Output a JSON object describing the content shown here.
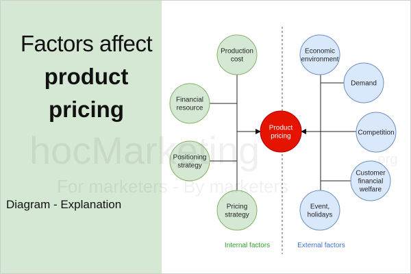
{
  "heading": {
    "line1": "Factors affect",
    "line2": "product",
    "line3": "pricing",
    "subtitle": "Diagram - Explanation"
  },
  "watermark": {
    "brand": "hocMarketing",
    "suffix": ".org",
    "tagline": "For marketers - By marketers"
  },
  "diagram": {
    "center": [
      "Product",
      "pricing"
    ],
    "internal_label": "Internal factors",
    "external_label": "External factors",
    "internal": [
      [
        "Production",
        "cost"
      ],
      [
        "Financial",
        "resource"
      ],
      [
        "Positioning",
        "strategy"
      ],
      [
        "Pricing",
        "strategy"
      ]
    ],
    "external": [
      [
        "Economic",
        "environment"
      ],
      [
        "Demand"
      ],
      [
        "Competition"
      ],
      [
        "Customer",
        "financial",
        "welfare"
      ],
      [
        "Event,",
        "holidays"
      ]
    ],
    "colors": {
      "internal_fill": "#d5e8d4",
      "internal_stroke": "#82b366",
      "external_fill": "#dae8fc",
      "external_stroke": "#6c8ebf",
      "center_fill": "#e51400",
      "center_stroke": "#b20000",
      "left_panel": "#d5e8d4"
    }
  }
}
